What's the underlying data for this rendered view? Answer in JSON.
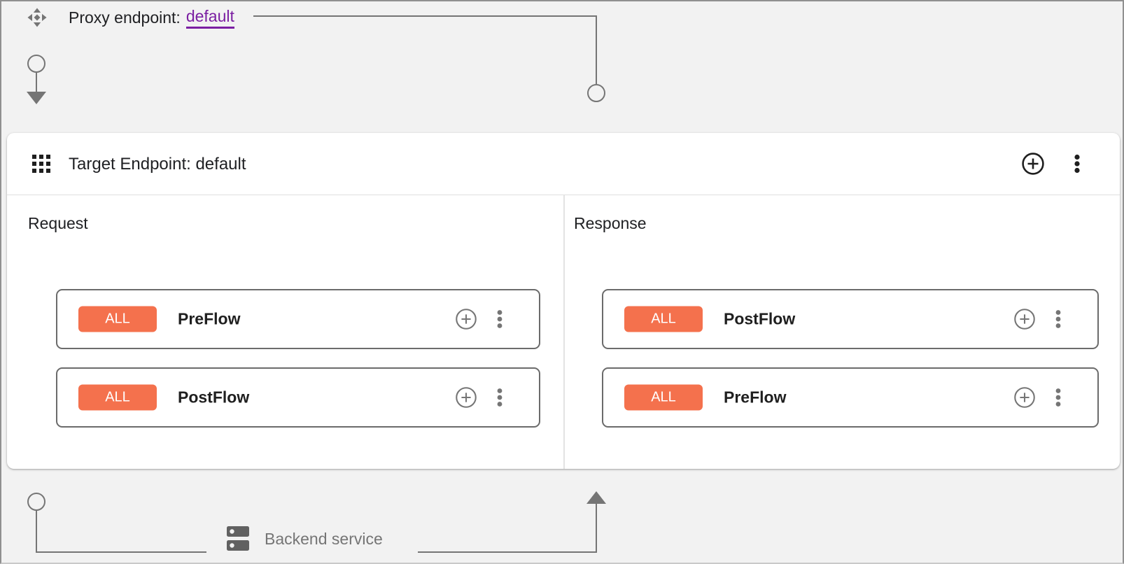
{
  "proxy_endpoint": {
    "label": "Proxy endpoint:",
    "name": "default"
  },
  "target_endpoint": {
    "title": "Target Endpoint: default"
  },
  "request_panel": {
    "title": "Request",
    "flows": [
      {
        "condition_badge": "ALL",
        "name": "PreFlow"
      },
      {
        "condition_badge": "ALL",
        "name": "PostFlow"
      }
    ]
  },
  "response_panel": {
    "title": "Response",
    "flows": [
      {
        "condition_badge": "ALL",
        "name": "PostFlow"
      },
      {
        "condition_badge": "ALL",
        "name": "PreFlow"
      }
    ]
  },
  "backend_service": {
    "label": "Backend service"
  },
  "icons": {
    "proxy_endpoint": "four-way-diamond-arrows",
    "target_endpoint": "grid-3x3",
    "add": "circled-plus",
    "more": "vertical-ellipsis",
    "backend_service": "dns-server-stack"
  },
  "colors": {
    "background": "#F2F2F2",
    "condition_badge": "#F4714D",
    "link": "#7B1FA2",
    "connector": "#757575",
    "card_border": "#6B6B6B",
    "divider": "#E3E3E3",
    "text_primary": "#202124",
    "text_secondary": "#757575"
  }
}
